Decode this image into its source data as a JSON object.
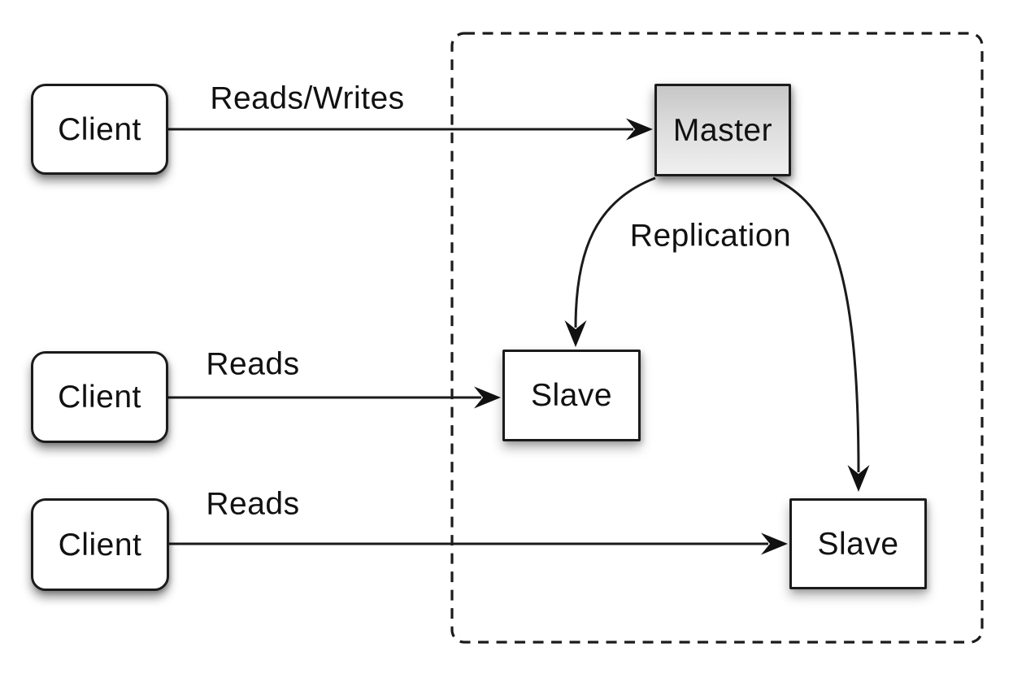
{
  "diagram": {
    "background_color": "#ffffff",
    "stroke_color": "#1b1b1b",
    "master_fill_top": "#c7c7c7",
    "master_fill_bottom": "#efefef",
    "clients": [
      {
        "label": "Client"
      },
      {
        "label": "Client"
      },
      {
        "label": "Client"
      }
    ],
    "master": {
      "label": "Master"
    },
    "slaves": [
      {
        "label": "Slave"
      },
      {
        "label": "Slave"
      }
    ],
    "edge_labels": {
      "client1_to_master": "Reads/Writes",
      "client2_to_slave1": "Reads",
      "client3_to_slave2": "Reads",
      "master_to_slaves": "Replication"
    }
  }
}
